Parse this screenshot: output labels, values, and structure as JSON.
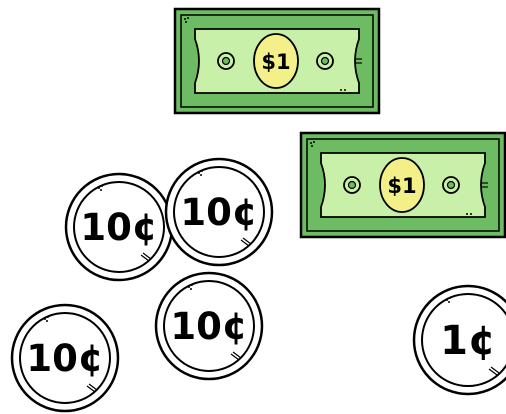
{
  "colors": {
    "bill_frame": "#6dbb63",
    "bill_frame_dark": "#3f8a3a",
    "bill_inner": "#c9f0a8",
    "bill_oval": "#f3f08a",
    "outline": "#000000",
    "coin_fill": "#ffffff"
  },
  "bills": [
    {
      "label": "$1"
    },
    {
      "label": "$1"
    }
  ],
  "coins": [
    {
      "label": "10¢"
    },
    {
      "label": "10¢"
    },
    {
      "label": "10¢"
    },
    {
      "label": "10¢"
    },
    {
      "label": "1¢"
    }
  ]
}
